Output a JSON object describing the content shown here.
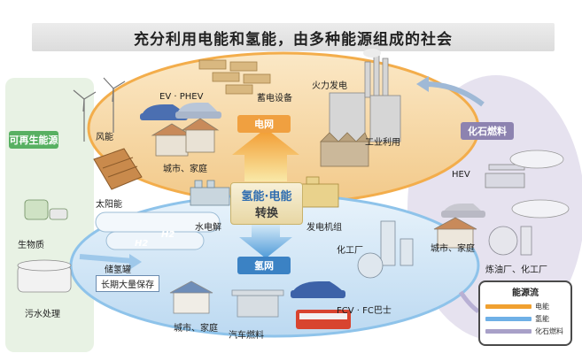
{
  "title": "充分利用电能和氢能，由多种能源组成的社会",
  "center": {
    "line1": "氢能·电能",
    "line2": "转换"
  },
  "grids": {
    "electric": "电网",
    "hydrogen": "氢网"
  },
  "side_boxes": {
    "renewable": "可再生能源",
    "fossil": "化石燃料"
  },
  "labels": {
    "ev_phev": "EV · PHEV",
    "storage_equipment": "蓄电设备",
    "thermal_power": "火力发电",
    "wind_power": "风能",
    "city_home_top": "城市、家庭",
    "industrial_use": "工业利用",
    "solar": "太阳能",
    "electrolysis": "水电解",
    "generator": "发电机组",
    "biomass": "生物质",
    "sewage": "污水处理",
    "tank": "储氢罐",
    "long_storage": "长期大量保存",
    "chemical_plant": "化工厂",
    "hev": "HEV",
    "city_home_right": "城市、家庭",
    "refinery": "炼油厂、化工厂",
    "city_home_bottom": "城市、家庭",
    "car_fuel": "汽车燃料",
    "fcv_bus": "FCV · FC巴士",
    "h2_a": "H2",
    "h2_b": "H2"
  },
  "legend": {
    "title": "能源流",
    "items": [
      {
        "label": "电能",
        "color": "#f0a030"
      },
      {
        "label": "氢能",
        "color": "#6fb0e6"
      },
      {
        "label": "化石燃料",
        "color": "#a8a0c8"
      }
    ]
  },
  "colors": {
    "electric_zone": "#f6dcae",
    "hydrogen_zone": "#d7e9f7",
    "fossil_zone": "#e4e0ef",
    "renewable_zone": "#e6f1e3",
    "renewable_box": "#58b062",
    "fossil_box": "#8d83b0",
    "electric_box": "#f0a040",
    "hydrogen_box": "#3b82c4"
  }
}
